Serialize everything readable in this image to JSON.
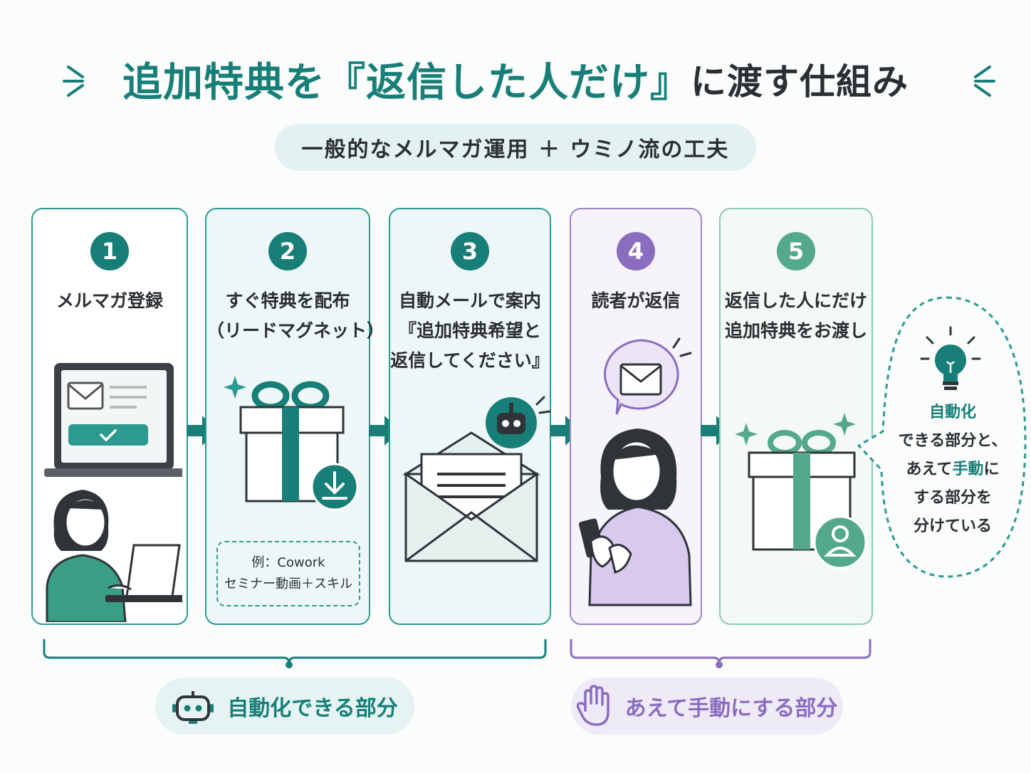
{
  "title": {
    "part1": "追加特典を",
    "part2": "『返信した人だけ』",
    "part3": "に渡す仕組み"
  },
  "subtitle": "一般的なメルマガ運用 ＋ ウミノ流の工夫",
  "steps": [
    {
      "number": "1",
      "lines": [
        "メルマガ登録"
      ]
    },
    {
      "number": "2",
      "lines": [
        "すぐ特典を配布",
        "（リードマグネット）"
      ],
      "example": [
        "例：Cowork",
        "セミナー動画＋スキル"
      ]
    },
    {
      "number": "3",
      "lines": [
        "自動メールで案内",
        "『追加特典希望と",
        "返信してください』"
      ]
    },
    {
      "number": "4",
      "lines": [
        "読者が返信"
      ]
    },
    {
      "number": "5",
      "lines": [
        "返信した人にだけ",
        "追加特典をお渡し"
      ]
    }
  ],
  "callout": {
    "line1": "自動化",
    "line2": "できる部分と、",
    "line3a": "あえて",
    "line3b": "手動",
    "line3c": "に",
    "line4": "する部分を",
    "line5": "分けている"
  },
  "groups": {
    "auto": {
      "strong": "自動化",
      "rest": "できる部分"
    },
    "manual": {
      "label": "あえて手動にする部分"
    }
  },
  "colors": {
    "teal": "#177f78",
    "purple": "#8b6dc0",
    "green": "#55a98b"
  }
}
